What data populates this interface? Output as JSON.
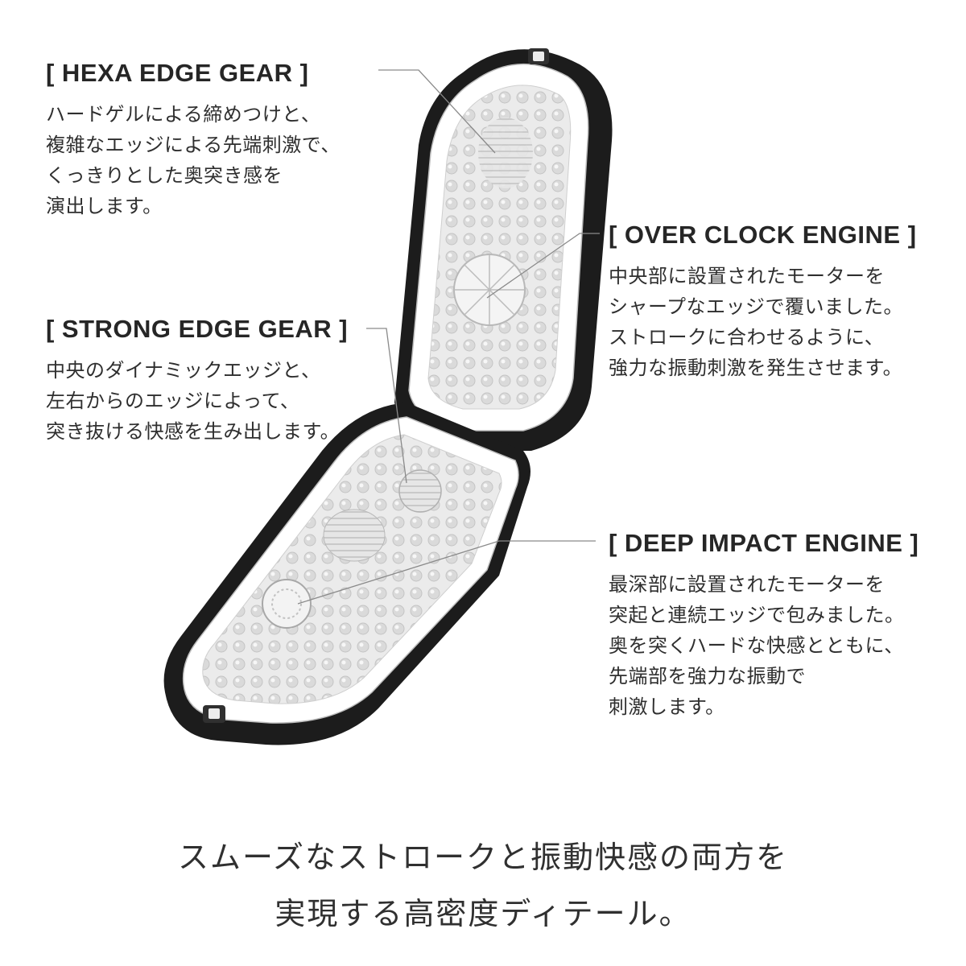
{
  "features": {
    "hexa": {
      "title": "[ HEXA EDGE GEAR ]",
      "lines": [
        "ハードゲルによる締めつけと、",
        "複雑なエッジによる先端刺激で、",
        "くっきりとした奥突き感を",
        "演出します。"
      ]
    },
    "strong": {
      "title": "[ STRONG EDGE GEAR ]",
      "lines": [
        "中央のダイナミックエッジと、",
        "左右からのエッジによって、",
        "突き抜ける快感を生み出します。"
      ]
    },
    "over": {
      "title": "[ OVER CLOCK ENGINE ]",
      "lines": [
        "中央部に設置されたモーターを",
        "シャープなエッジで覆いました。",
        "ストロークに合わせるように、",
        "強力な振動刺激を発生させます。"
      ]
    },
    "deep": {
      "title": "[ DEEP IMPACT ENGINE ]",
      "lines": [
        "最深部に設置されたモーターを",
        "突起と連続エッジで包みました。",
        "奥を突くハードな快感とともに、",
        "先端部を強力な振動で",
        "刺激します。"
      ]
    }
  },
  "tagline": [
    "スムーズなストロークと振動快感の両方を",
    "実現する高密度ディテール。"
  ],
  "colors": {
    "case_dark": "#1c1c1c",
    "sleeve_light": "#f2f2f2",
    "text": "#2b2b2b",
    "leader_line": "#8a8a8a"
  }
}
